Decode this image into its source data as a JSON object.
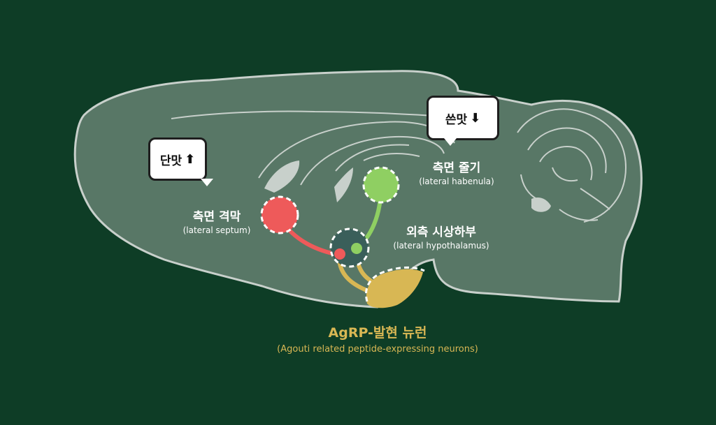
{
  "colors": {
    "background": "#0e3d26",
    "brain_fill": "#587766",
    "brain_outline": "#c8d0cb",
    "lateral_septum": "#ee5a5a",
    "lateral_habenula": "#8fcf62",
    "lateral_hypothalamus": "#3a5f5a",
    "agrp_neurons": "#d8b754"
  },
  "bubbles": {
    "sweet": {
      "text": "단맛",
      "arrow": "⬆",
      "arrow_name": "arrow-up-icon"
    },
    "bitter": {
      "text": "쓴맛",
      "arrow": "⬇",
      "arrow_name": "arrow-down-icon"
    }
  },
  "regions": {
    "lateral_septum": {
      "ko": "측면 격막",
      "en": "(lateral septum)"
    },
    "lateral_habenula": {
      "ko": "측면 줄기",
      "en": "(lateral habenula)"
    },
    "lateral_hypothalamus": {
      "ko": "외측 시상하부",
      "en": "(lateral hypothalamus)"
    },
    "agrp": {
      "ko": "AgRP-발현 뉴런",
      "en": "(Agouti related peptide-expressing neurons)"
    }
  }
}
